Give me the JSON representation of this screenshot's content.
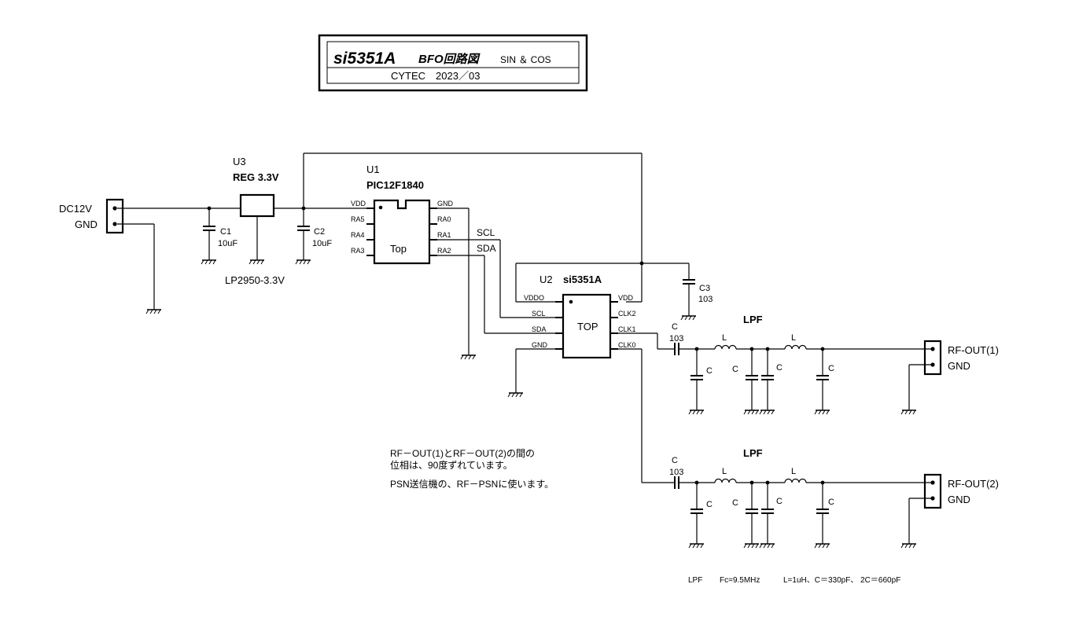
{
  "title": {
    "main": "si5351A",
    "sub": "BFO回路図",
    "mode": "SIN ＆ COS",
    "company": "CYTEC　2023／03"
  },
  "power": {
    "connector_top": "DC12V",
    "connector_bottom": "GND",
    "reg_ref": "U3",
    "reg_value": "REG 3.3V",
    "reg_part": "LP2950-3.3V",
    "c1_ref": "C1",
    "c1_value": "10uF",
    "c2_ref": "C2",
    "c2_value": "10uF"
  },
  "u1": {
    "ref": "U1",
    "part": "PIC12F1840",
    "body_label": "Top",
    "pins_left": [
      "VDD",
      "RA5",
      "RA4",
      "RA3"
    ],
    "pins_right": [
      "GND",
      "RA0",
      "RA1",
      "RA2"
    ]
  },
  "bus": {
    "scl": "SCL",
    "sda": "SDA"
  },
  "u2": {
    "ref": "U2",
    "part": "si5351A",
    "body_label": "TOP",
    "pins_left": [
      "VDDO",
      "SCL",
      "SDA",
      "GND"
    ],
    "pins_right": [
      "VDD",
      "CLK2",
      "CLK1",
      "CLK0"
    ]
  },
  "c3": {
    "ref": "C3",
    "value": "103"
  },
  "lpf1": {
    "title": "LPF",
    "coupling_ref": "C",
    "coupling_value": "103",
    "inductor1": "L",
    "inductor2": "L",
    "caps": [
      "C",
      "C",
      "C",
      "C"
    ],
    "out_label": "RF-OUT(1)",
    "gnd_label": "GND"
  },
  "lpf2": {
    "title": "LPF",
    "coupling_ref": "C",
    "coupling_value": "103",
    "inductor1": "L",
    "inductor2": "L",
    "caps": [
      "C",
      "C",
      "C",
      "C"
    ],
    "out_label": "RF-OUT(2)",
    "gnd_label": "GND"
  },
  "notes": {
    "line1": "RF－OUT(1)とRF－OUT(2)の間の",
    "line2": "位相は、90度ずれています。",
    "line3": "PSN送信機の、RF－PSNに使います。"
  },
  "lpf_spec": {
    "label": "LPF",
    "fc": "Fc=9.5MHz",
    "values": "L=1uH、C＝330pF、 2C＝660pF"
  }
}
